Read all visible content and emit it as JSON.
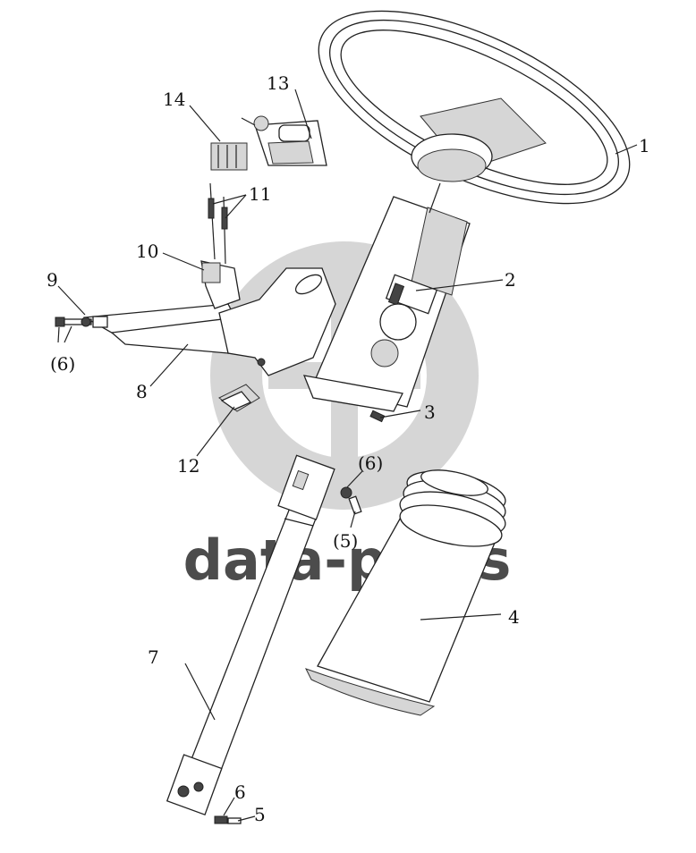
{
  "watermark": {
    "text": "data-parts",
    "color": "#b5b5b5"
  },
  "callouts": [
    {
      "id": "1",
      "text": "1"
    },
    {
      "id": "2",
      "text": "2"
    },
    {
      "id": "3",
      "text": "3"
    },
    {
      "id": "4",
      "text": "4"
    },
    {
      "id": "5a",
      "text": "(5)"
    },
    {
      "id": "5b",
      "text": "5"
    },
    {
      "id": "6a",
      "text": "(6)"
    },
    {
      "id": "6b",
      "text": "(6)"
    },
    {
      "id": "6c",
      "text": "6"
    },
    {
      "id": "7",
      "text": "7"
    },
    {
      "id": "8",
      "text": "8"
    },
    {
      "id": "9",
      "text": "9"
    },
    {
      "id": "10",
      "text": "10"
    },
    {
      "id": "11",
      "text": "11"
    },
    {
      "id": "12",
      "text": "12"
    },
    {
      "id": "13",
      "text": "13"
    },
    {
      "id": "14",
      "text": "14"
    }
  ],
  "parts": [
    {
      "id": "1",
      "icon": "steering-wheel-icon"
    },
    {
      "id": "2",
      "icon": "steering-column-housing-icon"
    },
    {
      "id": "3",
      "icon": "bolt-icon"
    },
    {
      "id": "4",
      "icon": "rubber-boot-icon"
    },
    {
      "id": "5",
      "icon": "bolt-icon"
    },
    {
      "id": "6",
      "icon": "nut-icon"
    },
    {
      "id": "7",
      "icon": "intermediate-shaft-icon"
    },
    {
      "id": "8",
      "icon": "mounting-bracket-icon"
    },
    {
      "id": "9",
      "icon": "bolt-icon"
    },
    {
      "id": "10",
      "icon": "bracket-icon"
    },
    {
      "id": "11",
      "icon": "gas-spring-icon"
    },
    {
      "id": "12",
      "icon": "clip-icon"
    },
    {
      "id": "13",
      "icon": "ignition-switch-icon"
    },
    {
      "id": "14",
      "icon": "connector-icon"
    }
  ]
}
